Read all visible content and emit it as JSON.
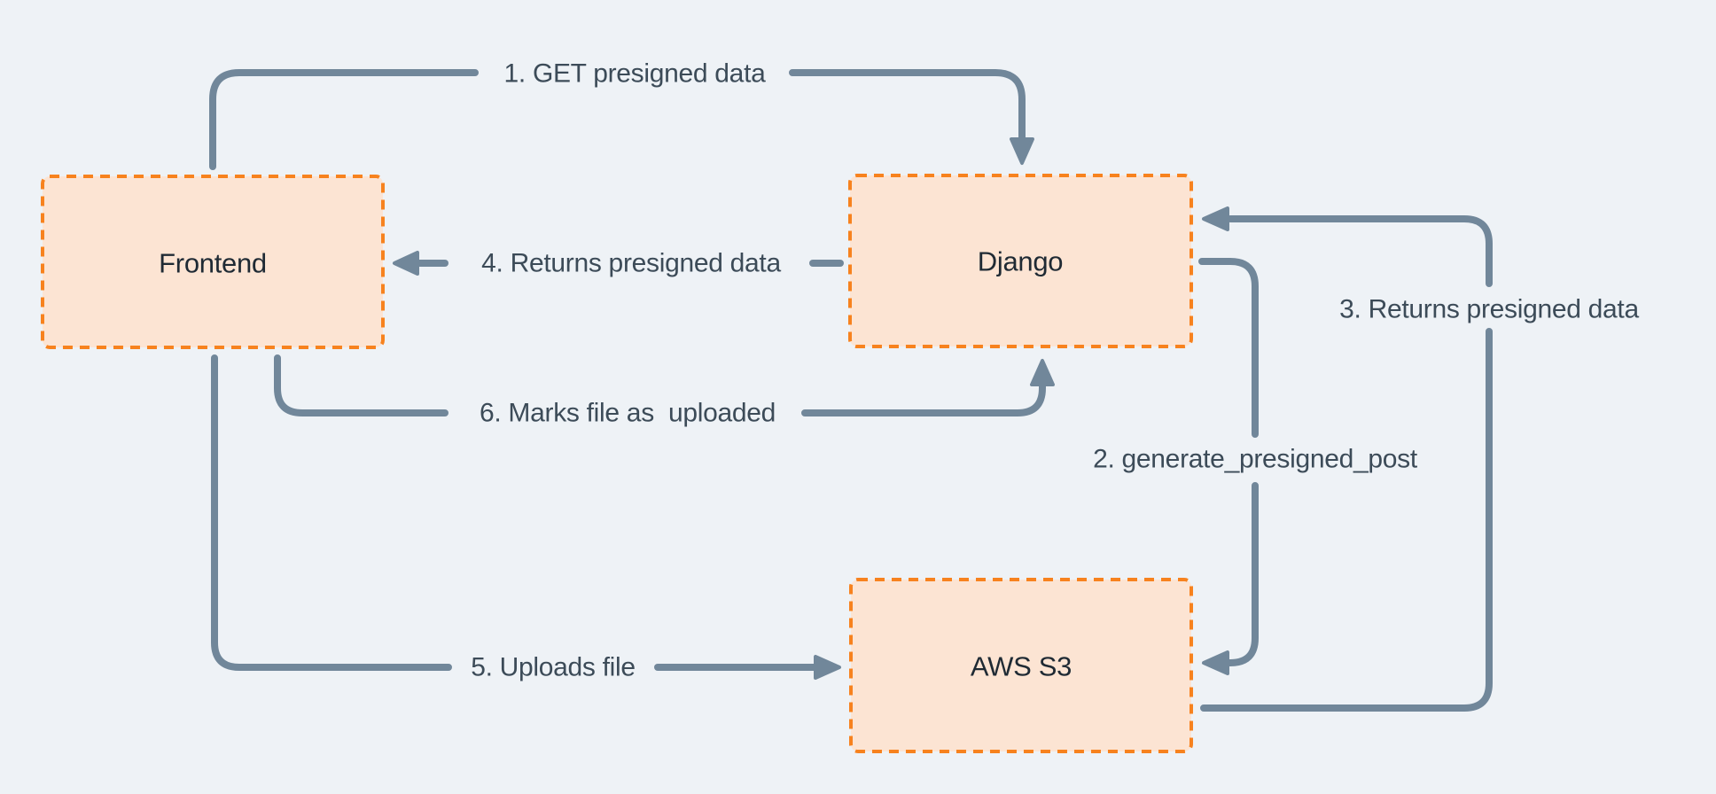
{
  "diagram": {
    "nodes": [
      {
        "id": "frontend",
        "label": "Frontend"
      },
      {
        "id": "django",
        "label": "Django"
      },
      {
        "id": "aws-s3",
        "label": "AWS S3"
      }
    ],
    "edges": [
      {
        "step": "1",
        "label": "1. GET presigned data",
        "from": "Frontend",
        "to": "Django"
      },
      {
        "step": "2",
        "label": "2. generate_presigned_post",
        "from": "Django",
        "to": "AWS S3"
      },
      {
        "step": "3",
        "label": "3. Returns presigned data",
        "from": "AWS S3",
        "to": "Django"
      },
      {
        "step": "4",
        "label": "4. Returns presigned data",
        "from": "Django",
        "to": "Frontend"
      },
      {
        "step": "5",
        "label": "5. Uploads file",
        "from": "Frontend",
        "to": "AWS S3"
      },
      {
        "step": "6",
        "label": "6. Marks file as  uploaded",
        "from": "Frontend",
        "to": "Django"
      }
    ],
    "colors": {
      "background": "#eef2f6",
      "node_fill": "#fce4d3",
      "node_border": "#f7821e",
      "arrow": "#71879a",
      "edge_label": "#3c4b58",
      "node_label": "#1f2a34"
    }
  }
}
